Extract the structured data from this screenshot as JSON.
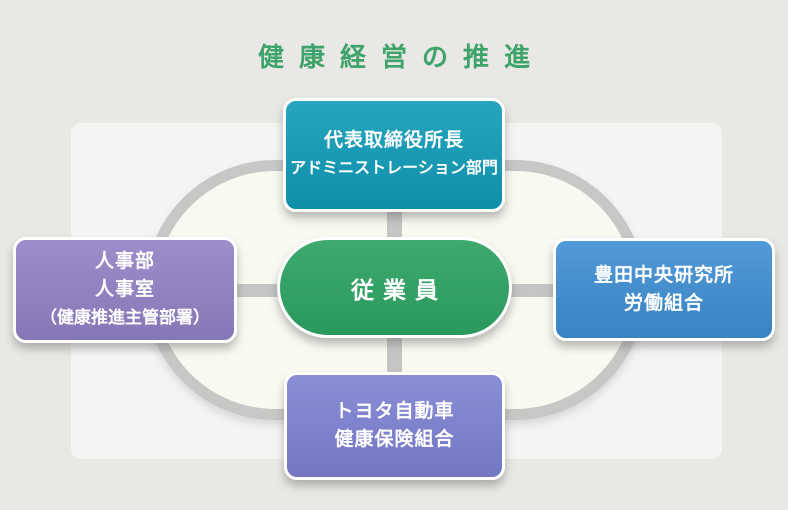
{
  "title": {
    "text": "健康経営の推進",
    "color": "#3fa46c"
  },
  "diagram": {
    "page_bg": "#e9e8e5",
    "panel_bg": "#f4f4f2",
    "ring_stroke": "#c7c7c5",
    "ring_fill": "#f9f9f1",
    "connector_color": "#c5c5c3",
    "center": {
      "label": "従業員",
      "color": "#2da263"
    },
    "nodes": {
      "top": {
        "lines": [
          "代表取締役所長",
          "アドミニストレーション部門"
        ],
        "color": "#0f9bb8"
      },
      "left": {
        "lines": [
          "人事部",
          "人事室",
          "（健康推進主管部署）"
        ],
        "color": "#9181c5"
      },
      "right": {
        "lines": [
          "豊田中央研究所",
          "労働組合"
        ],
        "color": "#3e8ed3"
      },
      "bottom": {
        "lines": [
          "トヨタ自動車",
          "健康保険組合"
        ],
        "color": "#7d81d2"
      }
    }
  }
}
